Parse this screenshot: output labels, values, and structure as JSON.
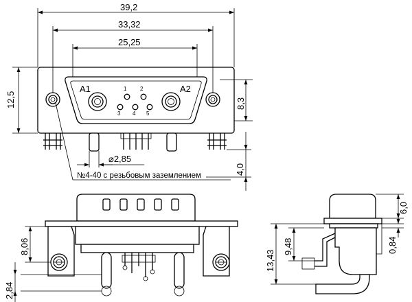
{
  "dimensions": {
    "overall_width": "39,2",
    "mount_spacing": "33,32",
    "shell_width": "25,25",
    "flange_height": "12,5",
    "center_to_bottom": "8,3",
    "pin_length": "4,0",
    "pin_diameter": "⌀2,85",
    "lower_offset": "8,06",
    "tail_length": "2,84",
    "side_total_height": "13,43",
    "side_body_height": "9,48",
    "side_top": "6,0",
    "side_small": "0,84"
  },
  "labels": {
    "a1": "A1",
    "a2": "A2",
    "pin_1": "1",
    "pin_2": "2",
    "pin_3": "3",
    "pin_4": "4",
    "pin_5": "5",
    "thread_note": "№4-40 с резьбовым заземлением"
  }
}
